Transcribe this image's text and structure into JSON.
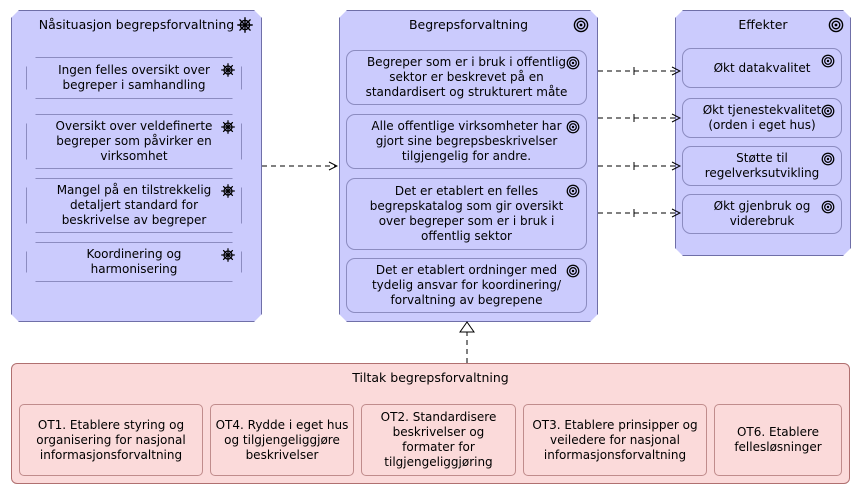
{
  "left": {
    "title": "Nåsituasjon begrepsforvaltning",
    "icon": "helm-wheel-icon",
    "items": [
      "Ingen felles oversikt over begreper i samhandling",
      "Oversikt over veldefinerte begreper som påvirker en virksomhet",
      "Mangel på en tilstrekkelig detaljert standard for beskrivelse av begreper",
      "Koordinering og harmonisering"
    ]
  },
  "middle": {
    "title": "Begrepsforvaltning",
    "icon": "target-icon",
    "items": [
      "Begreper som er i bruk i offentlig sektor er beskrevet på en standardisert og strukturert måte",
      "Alle offentlige virksomheter har gjort sine begrepsbeskrivelser tilgjengelig for andre.",
      "Det er etablert en felles begrepskatalog som gir oversikt over begreper som er i bruk i offentlig sektor",
      "Det er etablert ordninger med tydelig ansvar for koordinering/ forvaltning av begrepene"
    ]
  },
  "right": {
    "title": "Effekter",
    "icon": "target-icon",
    "items": [
      "Økt datakvalitet",
      "Økt tjenestekvalitet (orden i eget hus)",
      "Støtte til regelverksutvikling",
      "Økt gjenbruk og viderebruk"
    ]
  },
  "tiltak": {
    "title": "Tiltak begrepsforvaltning",
    "items": [
      "OT1. Etablere styring og organisering for nasjonal informasjonsforvaltning",
      "OT4. Rydde i eget hus og tilgjengeliggjøre beskrivelser",
      "OT2. Standardisere beskrivelser og formater for tilgjengeliggjøring",
      "OT3. Etablere prinsipper og veiledere for nasjonal informasjonsforvaltning",
      "OT6. Etablere fellesløsninger"
    ]
  },
  "colors": {
    "group_fill": "#cbcbfd",
    "group_stroke": "#6f6fa8",
    "tiltak_fill": "#fbdada",
    "tiltak_stroke": "#b07070"
  }
}
